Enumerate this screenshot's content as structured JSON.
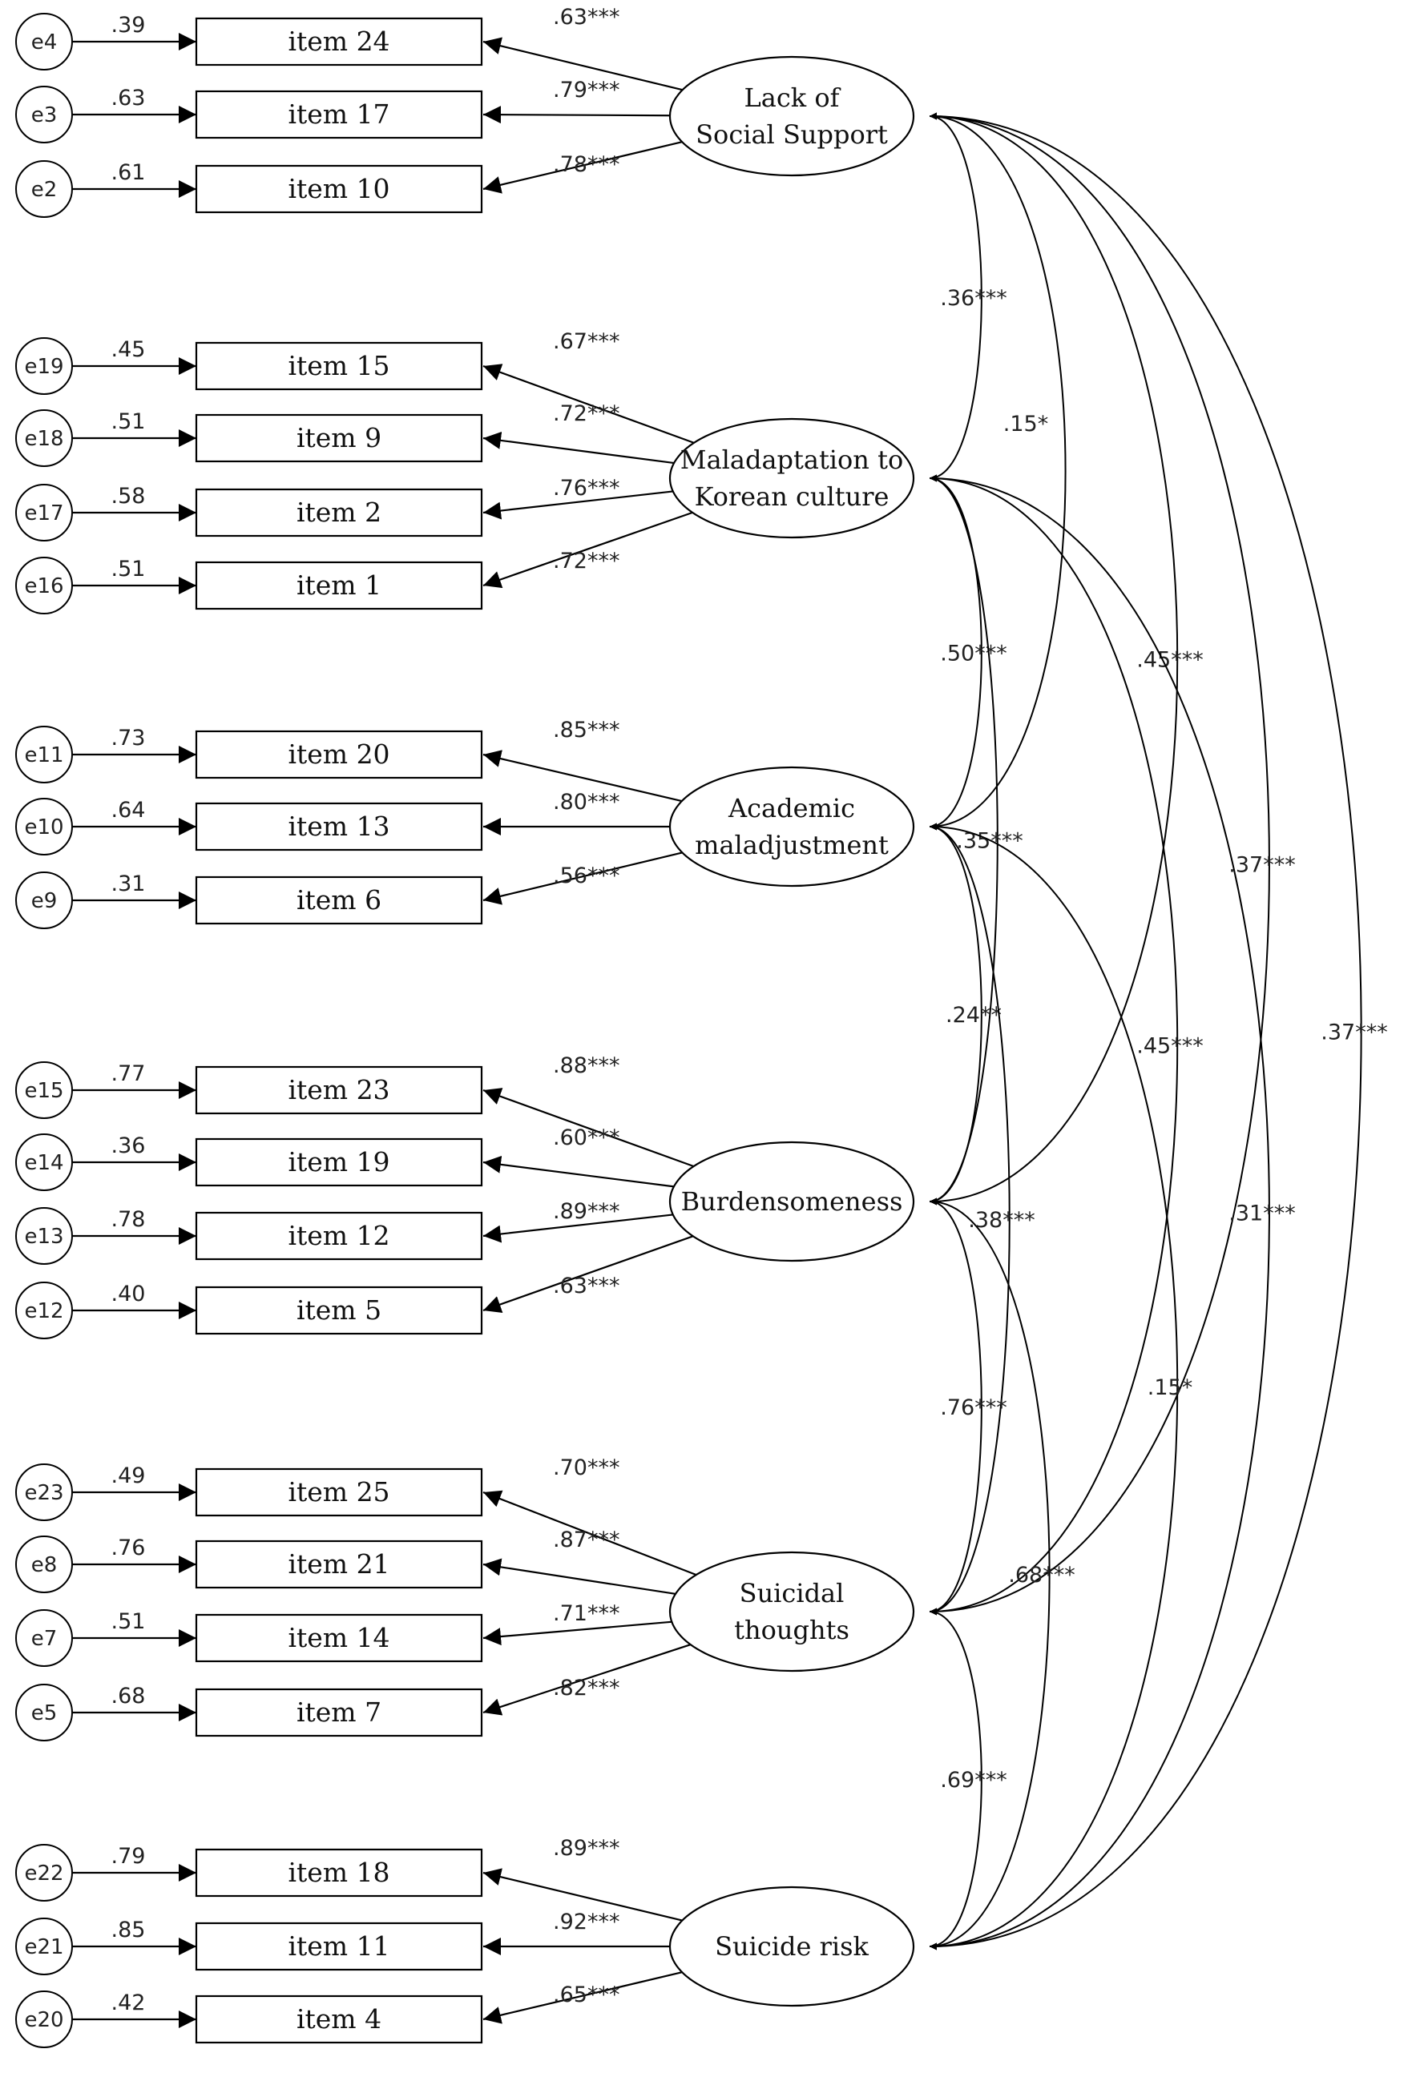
{
  "factors": [
    {
      "id": "lack",
      "name_lines": [
        "Lack of",
        "Social Support"
      ],
      "indicators": [
        {
          "error": "e4",
          "r2": ".39",
          "item": "item 24",
          "loading": ".63***"
        },
        {
          "error": "e3",
          "r2": ".63",
          "item": "item 17",
          "loading": ".79***"
        },
        {
          "error": "e2",
          "r2": ".61",
          "item": "item 10",
          "loading": ".78***"
        }
      ]
    },
    {
      "id": "malad",
      "name_lines": [
        "Maladaptation to",
        "Korean culture"
      ],
      "indicators": [
        {
          "error": "e19",
          "r2": ".45",
          "item": "item 15",
          "loading": ".67***"
        },
        {
          "error": "e18",
          "r2": ".51",
          "item": "item 9",
          "loading": ".72***"
        },
        {
          "error": "e17",
          "r2": ".58",
          "item": "item 2",
          "loading": ".76***"
        },
        {
          "error": "e16",
          "r2": ".51",
          "item": "item 1",
          "loading": ".72***"
        }
      ]
    },
    {
      "id": "acad",
      "name_lines": [
        "Academic",
        "maladjustment"
      ],
      "indicators": [
        {
          "error": "e11",
          "r2": ".73",
          "item": "item 20",
          "loading": ".85***"
        },
        {
          "error": "e10",
          "r2": ".64",
          "item": "item 13",
          "loading": ".80***"
        },
        {
          "error": "e9",
          "r2": ".31",
          "item": "item 6",
          "loading": ".56***"
        }
      ]
    },
    {
      "id": "burden",
      "name_lines": [
        "Burdensomeness"
      ],
      "indicators": [
        {
          "error": "e15",
          "r2": ".77",
          "item": "item 23",
          "loading": ".88***"
        },
        {
          "error": "e14",
          "r2": ".36",
          "item": "item 19",
          "loading": ".60***"
        },
        {
          "error": "e13",
          "r2": ".78",
          "item": "item 12",
          "loading": ".89***"
        },
        {
          "error": "e12",
          "r2": ".40",
          "item": "item 5",
          "loading": ".63***"
        }
      ]
    },
    {
      "id": "thoughts",
      "name_lines": [
        "Suicidal",
        "thoughts"
      ],
      "indicators": [
        {
          "error": "e23",
          "r2": ".49",
          "item": "item 25",
          "loading": ".70***"
        },
        {
          "error": "e8",
          "r2": ".76",
          "item": "item 21",
          "loading": ".87***"
        },
        {
          "error": "e7",
          "r2": ".51",
          "item": "item 14",
          "loading": ".71***"
        },
        {
          "error": "e5",
          "r2": ".68",
          "item": "item 7",
          "loading": ".82***"
        }
      ]
    },
    {
      "id": "risk",
      "name_lines": [
        "Suicide risk"
      ],
      "indicators": [
        {
          "error": "e22",
          "r2": ".79",
          "item": "item 18",
          "loading": ".89***"
        },
        {
          "error": "e21",
          "r2": ".85",
          "item": "item 11",
          "loading": ".92***"
        },
        {
          "error": "e20",
          "r2": ".42",
          "item": "item 4",
          "loading": ".65***"
        }
      ]
    }
  ],
  "correlations": [
    {
      "from": "lack",
      "to": "malad",
      "value": ".36***"
    },
    {
      "from": "lack",
      "to": "acad",
      "value": ".15*"
    },
    {
      "from": "lack",
      "to": "burden",
      "value": ".45***"
    },
    {
      "from": "lack",
      "to": "thoughts",
      "value": ".37***"
    },
    {
      "from": "lack",
      "to": "risk",
      "value": ".37***"
    },
    {
      "from": "malad",
      "to": "acad",
      "value": ".50***"
    },
    {
      "from": "malad",
      "to": "burden",
      "value": ".35***"
    },
    {
      "from": "malad",
      "to": "thoughts",
      "value": ".45***"
    },
    {
      "from": "malad",
      "to": "risk",
      "value": ".31***"
    },
    {
      "from": "acad",
      "to": "burden",
      "value": ".24**"
    },
    {
      "from": "acad",
      "to": "thoughts",
      "value": ".38***"
    },
    {
      "from": "acad",
      "to": "risk",
      "value": ".15*"
    },
    {
      "from": "burden",
      "to": "thoughts",
      "value": ".76***"
    },
    {
      "from": "burden",
      "to": "risk",
      "value": ".68***"
    },
    {
      "from": "thoughts",
      "to": "risk",
      "value": ".69***"
    }
  ]
}
